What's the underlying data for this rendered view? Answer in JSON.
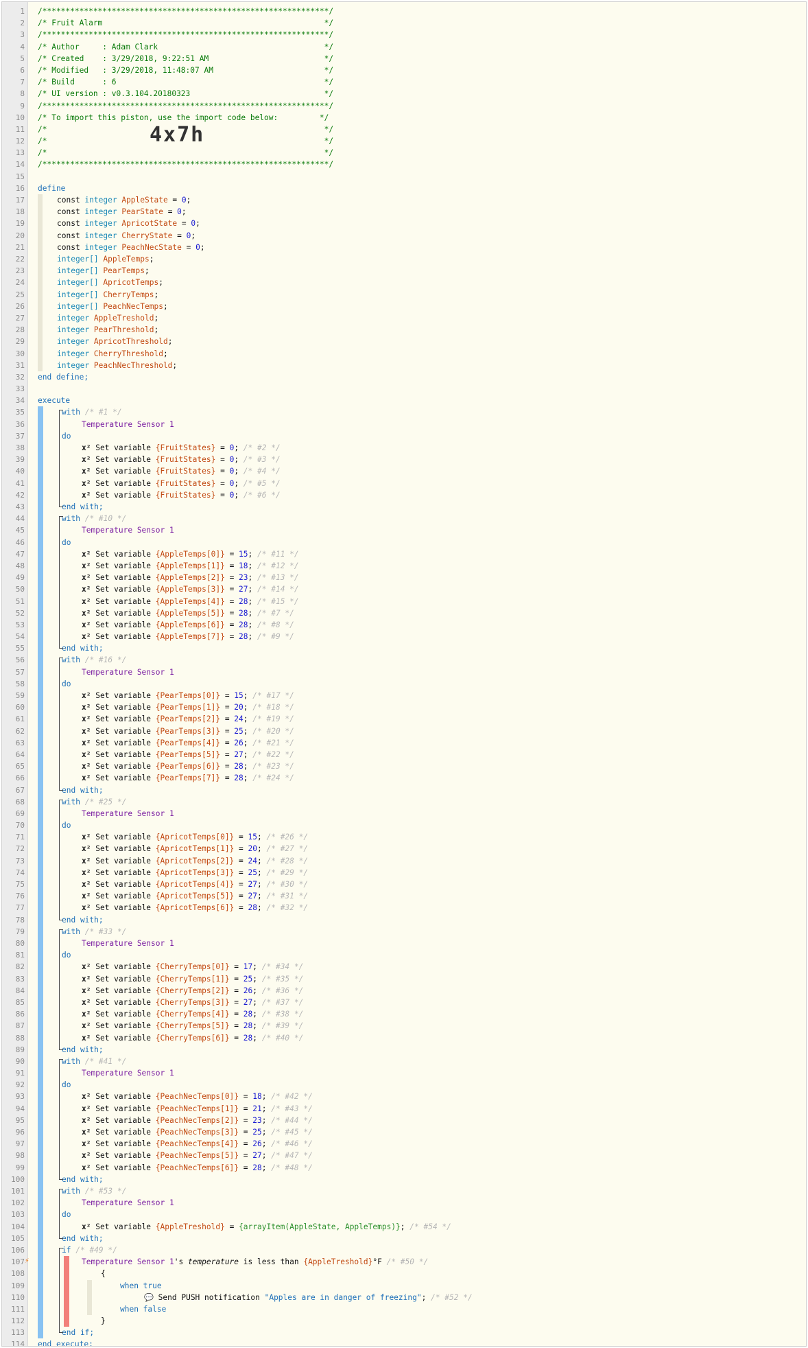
{
  "piston": {
    "name": "Fruit Alarm",
    "author": "Adam Clark",
    "created": "3/29/2018, 9:22:51 AM",
    "modified": "3/29/2018, 11:48:07 AM",
    "build": "6",
    "ui_version": "v0.3.104.20180323",
    "import_note": "To import this piston, use the import code below:",
    "import_code": "4x7h"
  },
  "colors": {
    "comment": "#0a7a0a",
    "keyword": "#1d6fb8",
    "variable": "#c24a12",
    "number": "#1a1ad1",
    "device": "#7b1fa2",
    "block_bar": "#88c2f2",
    "if_bar": "#f2807a",
    "background": "#fdfcef"
  },
  "icons": {
    "expression_icon": "x²",
    "speech_icon": "💬",
    "warning_icon": "⚡"
  },
  "line_numbers": [
    "1",
    "2",
    "3",
    "4",
    "5",
    "6",
    "7",
    "8",
    "9",
    "10",
    "11",
    "12",
    "13",
    "14",
    "15",
    "16",
    "17",
    "18",
    "19",
    "20",
    "21",
    "22",
    "23",
    "24",
    "25",
    "26",
    "27",
    "28",
    "29",
    "30",
    "31",
    "32",
    "33",
    "34",
    "35",
    "36",
    "37",
    "38",
    "39",
    "40",
    "41",
    "42",
    "43",
    "44",
    "45",
    "46",
    "47",
    "48",
    "49",
    "50",
    "51",
    "52",
    "53",
    "54",
    "55",
    "56",
    "57",
    "58",
    "59",
    "60",
    "61",
    "62",
    "63",
    "64",
    "65",
    "66",
    "67",
    "68",
    "69",
    "70",
    "71",
    "72",
    "73",
    "74",
    "75",
    "76",
    "77",
    "78",
    "79",
    "80",
    "81",
    "82",
    "83",
    "84",
    "85",
    "86",
    "87",
    "88",
    "89",
    "90",
    "91",
    "92",
    "93",
    "94",
    "95",
    "96",
    "97",
    "98",
    "99",
    "100",
    "101",
    "102",
    "103",
    "104",
    "105",
    "106",
    "107",
    "108",
    "109",
    "110",
    "111",
    "112",
    "113",
    "114"
  ],
  "header": {
    "border": "/**************************************************************/",
    "title_line": "/* Fruit Alarm                                                */",
    "author_line": "/* Author     : Adam Clark                                    */",
    "created_line": "/* Created    : 3/29/2018, 9:22:51 AM                         */",
    "modified_line": "/* Modified   : 3/29/2018, 11:48:07 AM                        */",
    "build_line": "/* Build      : 6                                             */",
    "ui_line": "/* UI version : v0.3.104.20180323                             */",
    "import_line": "/* To import this piston, use the import code below:         */",
    "blank_line": "/*                                                            */",
    "code_prefix": "/*",
    "code_suffix": "*/"
  },
  "define": {
    "open": "define",
    "close": "end define;",
    "consts": [
      {
        "kw": "const",
        "type": "integer",
        "name": "AppleState",
        "value": "0"
      },
      {
        "kw": "const",
        "type": "integer",
        "name": "PearState",
        "value": "0"
      },
      {
        "kw": "const",
        "type": "integer",
        "name": "ApricotState",
        "value": "0"
      },
      {
        "kw": "const",
        "type": "integer",
        "name": "CherryState",
        "value": "0"
      },
      {
        "kw": "const",
        "type": "integer",
        "name": "PeachNecState",
        "value": "0"
      }
    ],
    "arrays": [
      {
        "type": "integer[]",
        "name": "AppleTemps"
      },
      {
        "type": "integer[]",
        "name": "PearTemps"
      },
      {
        "type": "integer[]",
        "name": "ApricotTemps"
      },
      {
        "type": "integer[]",
        "name": "CherryTemps"
      },
      {
        "type": "integer[]",
        "name": "PeachNecTemps"
      }
    ],
    "ints": [
      {
        "type": "integer",
        "name": "AppleTreshold"
      },
      {
        "type": "integer",
        "name": "PearThreshold"
      },
      {
        "type": "integer",
        "name": "ApricotThreshold"
      },
      {
        "type": "integer",
        "name": "CherryThreshold"
      },
      {
        "type": "integer",
        "name": "PeachNecThreshold"
      }
    ]
  },
  "execute": {
    "open": "execute",
    "close": "end execute;",
    "with_kw": "with",
    "do_kw": "do",
    "end_with": "end with;",
    "device": "Temperature Sensor 1",
    "set_text": "Set variable",
    "blocks": [
      {
        "id": "/* #1 */",
        "sets": [
          {
            "var": "{FruitStates}",
            "val": "0",
            "id": "/* #2 */"
          },
          {
            "var": "{FruitStates}",
            "val": "0",
            "id": "/* #3 */"
          },
          {
            "var": "{FruitStates}",
            "val": "0",
            "id": "/* #4 */"
          },
          {
            "var": "{FruitStates}",
            "val": "0",
            "id": "/* #5 */"
          },
          {
            "var": "{FruitStates}",
            "val": "0",
            "id": "/* #6 */"
          }
        ]
      },
      {
        "id": "/* #10 */",
        "sets": [
          {
            "var": "{AppleTemps[0]}",
            "val": "15",
            "id": "/* #11 */"
          },
          {
            "var": "{AppleTemps[1]}",
            "val": "18",
            "id": "/* #12 */"
          },
          {
            "var": "{AppleTemps[2]}",
            "val": "23",
            "id": "/* #13 */"
          },
          {
            "var": "{AppleTemps[3]}",
            "val": "27",
            "id": "/* #14 */"
          },
          {
            "var": "{AppleTemps[4]}",
            "val": "28",
            "id": "/* #15 */"
          },
          {
            "var": "{AppleTemps[5]}",
            "val": "28",
            "id": "/* #7 */"
          },
          {
            "var": "{AppleTemps[6]}",
            "val": "28",
            "id": "/* #8 */"
          },
          {
            "var": "{AppleTemps[7]}",
            "val": "28",
            "id": "/* #9 */"
          }
        ]
      },
      {
        "id": "/* #16 */",
        "sets": [
          {
            "var": "{PearTemps[0]}",
            "val": "15",
            "id": "/* #17 */"
          },
          {
            "var": "{PearTemps[1]}",
            "val": "20",
            "id": "/* #18 */"
          },
          {
            "var": "{PearTemps[2]}",
            "val": "24",
            "id": "/* #19 */"
          },
          {
            "var": "{PearTemps[3]}",
            "val": "25",
            "id": "/* #20 */"
          },
          {
            "var": "{PearTemps[4]}",
            "val": "26",
            "id": "/* #21 */"
          },
          {
            "var": "{PearTemps[5]}",
            "val": "27",
            "id": "/* #22 */"
          },
          {
            "var": "{PearTemps[6]}",
            "val": "28",
            "id": "/* #23 */"
          },
          {
            "var": "{PearTemps[7]}",
            "val": "28",
            "id": "/* #24 */"
          }
        ]
      },
      {
        "id": "/* #25 */",
        "sets": [
          {
            "var": "{ApricotTemps[0]}",
            "val": "15",
            "id": "/* #26 */"
          },
          {
            "var": "{ApricotTemps[1]}",
            "val": "20",
            "id": "/* #27 */"
          },
          {
            "var": "{ApricotTemps[2]}",
            "val": "24",
            "id": "/* #28 */"
          },
          {
            "var": "{ApricotTemps[3]}",
            "val": "25",
            "id": "/* #29 */"
          },
          {
            "var": "{ApricotTemps[4]}",
            "val": "27",
            "id": "/* #30 */"
          },
          {
            "var": "{ApricotTemps[5]}",
            "val": "27",
            "id": "/* #31 */"
          },
          {
            "var": "{ApricotTemps[6]}",
            "val": "28",
            "id": "/* #32 */"
          }
        ]
      },
      {
        "id": "/* #33 */",
        "sets": [
          {
            "var": "{CherryTemps[0]}",
            "val": "17",
            "id": "/* #34 */"
          },
          {
            "var": "{CherryTemps[1]}",
            "val": "25",
            "id": "/* #35 */"
          },
          {
            "var": "{CherryTemps[2]}",
            "val": "26",
            "id": "/* #36 */"
          },
          {
            "var": "{CherryTemps[3]}",
            "val": "27",
            "id": "/* #37 */"
          },
          {
            "var": "{CherryTemps[4]}",
            "val": "28",
            "id": "/* #38 */"
          },
          {
            "var": "{CherryTemps[5]}",
            "val": "28",
            "id": "/* #39 */"
          },
          {
            "var": "{CherryTemps[6]}",
            "val": "28",
            "id": "/* #40 */"
          }
        ]
      },
      {
        "id": "/* #41 */",
        "sets": [
          {
            "var": "{PeachNecTemps[0]}",
            "val": "18",
            "id": "/* #42 */"
          },
          {
            "var": "{PeachNecTemps[1]}",
            "val": "21",
            "id": "/* #43 */"
          },
          {
            "var": "{PeachNecTemps[2]}",
            "val": "23",
            "id": "/* #44 */"
          },
          {
            "var": "{PeachNecTemps[3]}",
            "val": "25",
            "id": "/* #45 */"
          },
          {
            "var": "{PeachNecTemps[4]}",
            "val": "26",
            "id": "/* #46 */"
          },
          {
            "var": "{PeachNecTemps[5]}",
            "val": "27",
            "id": "/* #47 */"
          },
          {
            "var": "{PeachNecTemps[6]}",
            "val": "28",
            "id": "/* #48 */"
          }
        ]
      },
      {
        "id": "/* #53 */",
        "sets": [
          {
            "var": "{AppleTreshold}",
            "val": "{arrayItem(AppleState, AppleTemps)}",
            "id": "/* #54 */",
            "is_expr": true
          }
        ]
      }
    ],
    "if_block": {
      "kw": "if",
      "id": "/* #49 */",
      "device": "Temperature Sensor 1",
      "possessive": "'s",
      "attribute": "temperature",
      "comparison": "is less than",
      "operand": "{AppleTreshold}",
      "unit": "°F",
      "cond_id": "/* #50 */",
      "open_brace": "{",
      "when_true": "when true",
      "action": "Send PUSH notification",
      "message": "\"Apples are in danger of freezing\"",
      "action_id": "/* #52 */",
      "when_false": "when false",
      "close_brace": "}",
      "end": "end if;"
    }
  }
}
